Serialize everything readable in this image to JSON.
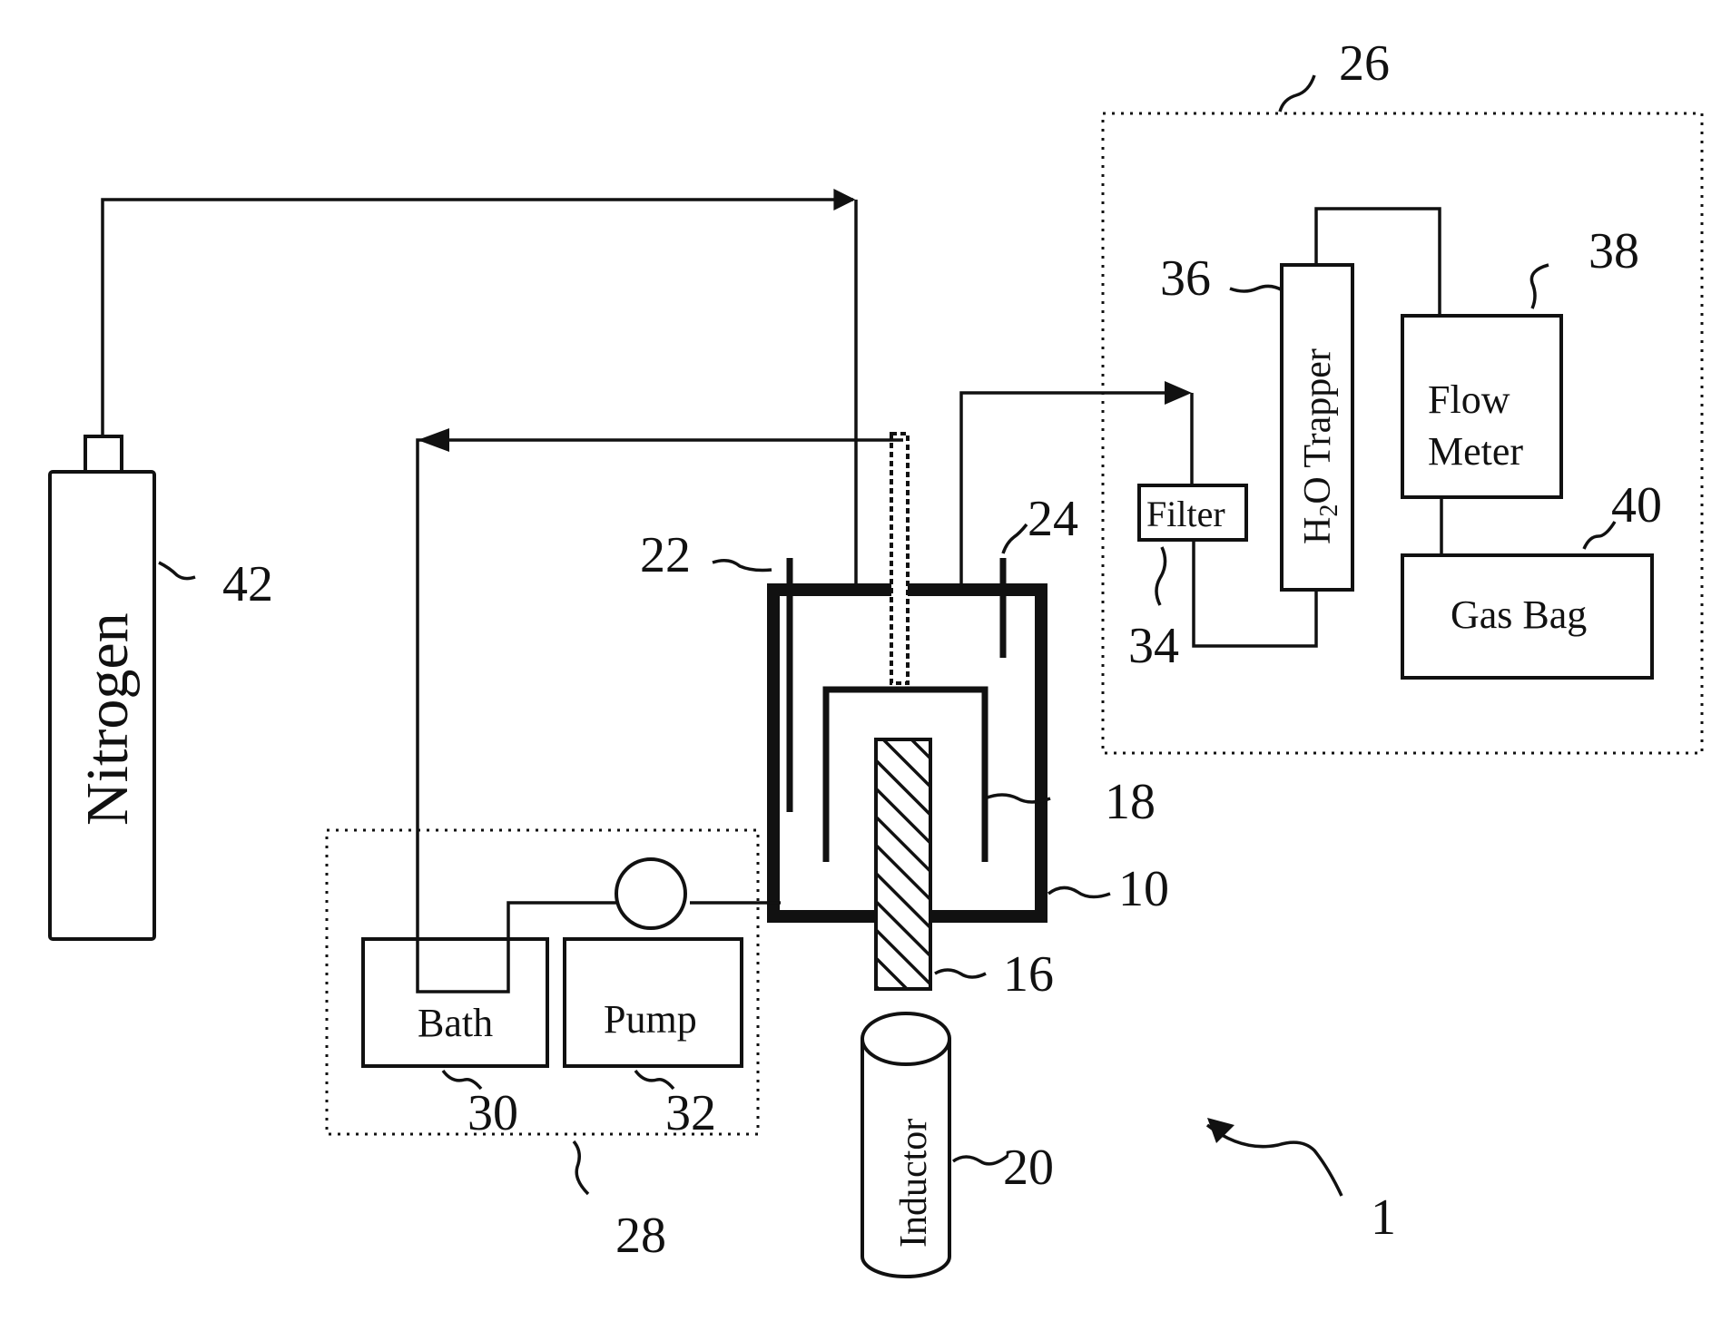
{
  "labels": {
    "nitrogen": "Nitrogen",
    "bath": "Bath",
    "pump": "Pump",
    "filter": "Filter",
    "h2o_trapper_pre": "H",
    "h2o_trapper_sub": "2",
    "h2o_trapper_post": "O Trapper",
    "flow_meter_line1": "Flow",
    "flow_meter_line2": "Meter",
    "gas_bag": "Gas Bag",
    "inductor": "Inductor"
  },
  "reference_numerals": {
    "n1": "1",
    "n10": "10",
    "n16": "16",
    "n18": "18",
    "n20": "20",
    "n22": "22",
    "n24": "24",
    "n26": "26",
    "n28": "28",
    "n30": "30",
    "n32": "32",
    "n34": "34",
    "n36": "36",
    "n38": "38",
    "n40": "40",
    "n42": "42"
  },
  "colors": {
    "ink": "#111111",
    "paper": "#ffffff"
  }
}
